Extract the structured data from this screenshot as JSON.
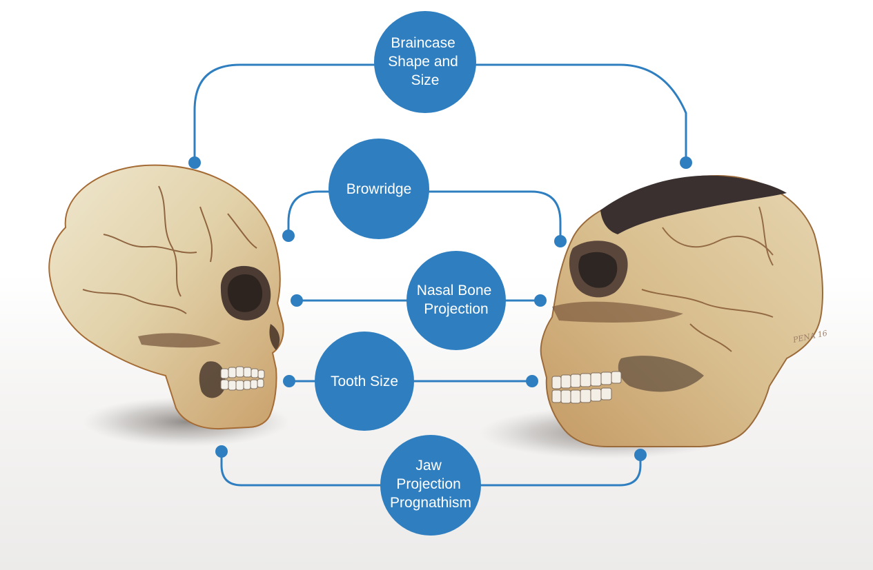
{
  "accent_color": "#2f7fc0",
  "skulls": {
    "left": {
      "icon": "modern-human-skull-icon"
    },
    "right": {
      "icon": "archaic-human-skull-icon"
    }
  },
  "artist_mark": "PENA 16",
  "traits": [
    {
      "id": "braincase",
      "lines": [
        "Braincase",
        "Shape and",
        "Size"
      ]
    },
    {
      "id": "browridge",
      "lines": [
        "Browridge"
      ]
    },
    {
      "id": "nasal",
      "lines": [
        "Nasal Bone",
        "Projection"
      ]
    },
    {
      "id": "tooth",
      "lines": [
        "Tooth Size"
      ]
    },
    {
      "id": "jaw",
      "lines": [
        "Jaw",
        "Projection",
        "Prognathism"
      ]
    }
  ]
}
